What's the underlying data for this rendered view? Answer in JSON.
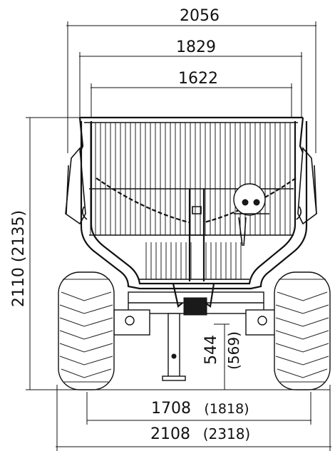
{
  "dimensions": {
    "overall_width": "2056",
    "body_width": "1829",
    "inner_width": "1622",
    "height": "2110 (2135)",
    "hitch_height_main": "544",
    "hitch_height_alt": "(569)",
    "track_width_main": "1708",
    "track_width_alt": "(1818)",
    "outer_width_main": "2108",
    "outer_width_alt": "(2318)"
  },
  "colors": {
    "line": "#111111",
    "background": "#ffffff"
  }
}
